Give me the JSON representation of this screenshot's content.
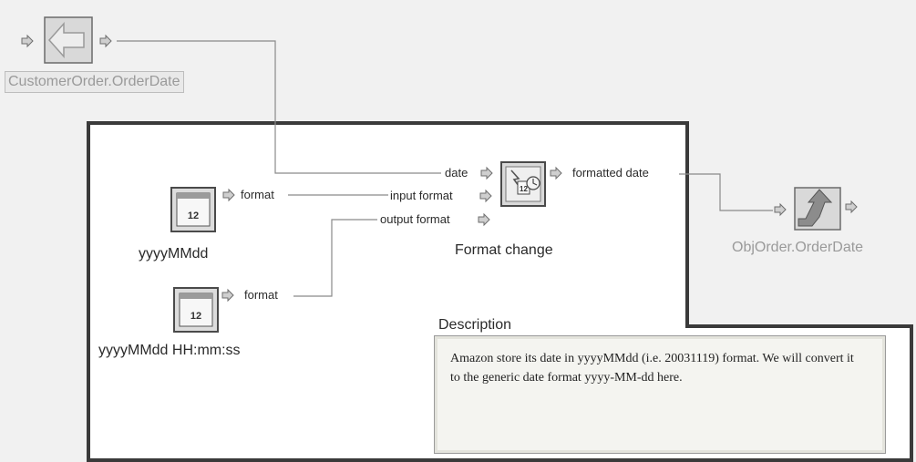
{
  "source_node": {
    "label": "CustomerOrder.OrderDate",
    "icon": "source-arrow-icon"
  },
  "calendar_nodes": [
    {
      "label": "yyyyMMdd",
      "port": "format",
      "icon": "calendar-icon",
      "icon_text": "12"
    },
    {
      "label": "yyyyMMdd HH:mm:ss",
      "port": "format",
      "icon": "calendar-icon",
      "icon_text": "12"
    }
  ],
  "format_node": {
    "label": "Format change",
    "inputs": [
      "date",
      "input format",
      "output format"
    ],
    "output": "formatted date",
    "icon": "format-change-icon",
    "icon_text": "12"
  },
  "target_node": {
    "label": "ObjOrder.OrderDate",
    "icon": "target-up-arrow-icon"
  },
  "description": {
    "title": "Description",
    "text": "Amazon store its date in yyyyMMdd (i.e. 20031119) format.  We will convert it to the generic date format yyyy-MM-dd here."
  }
}
